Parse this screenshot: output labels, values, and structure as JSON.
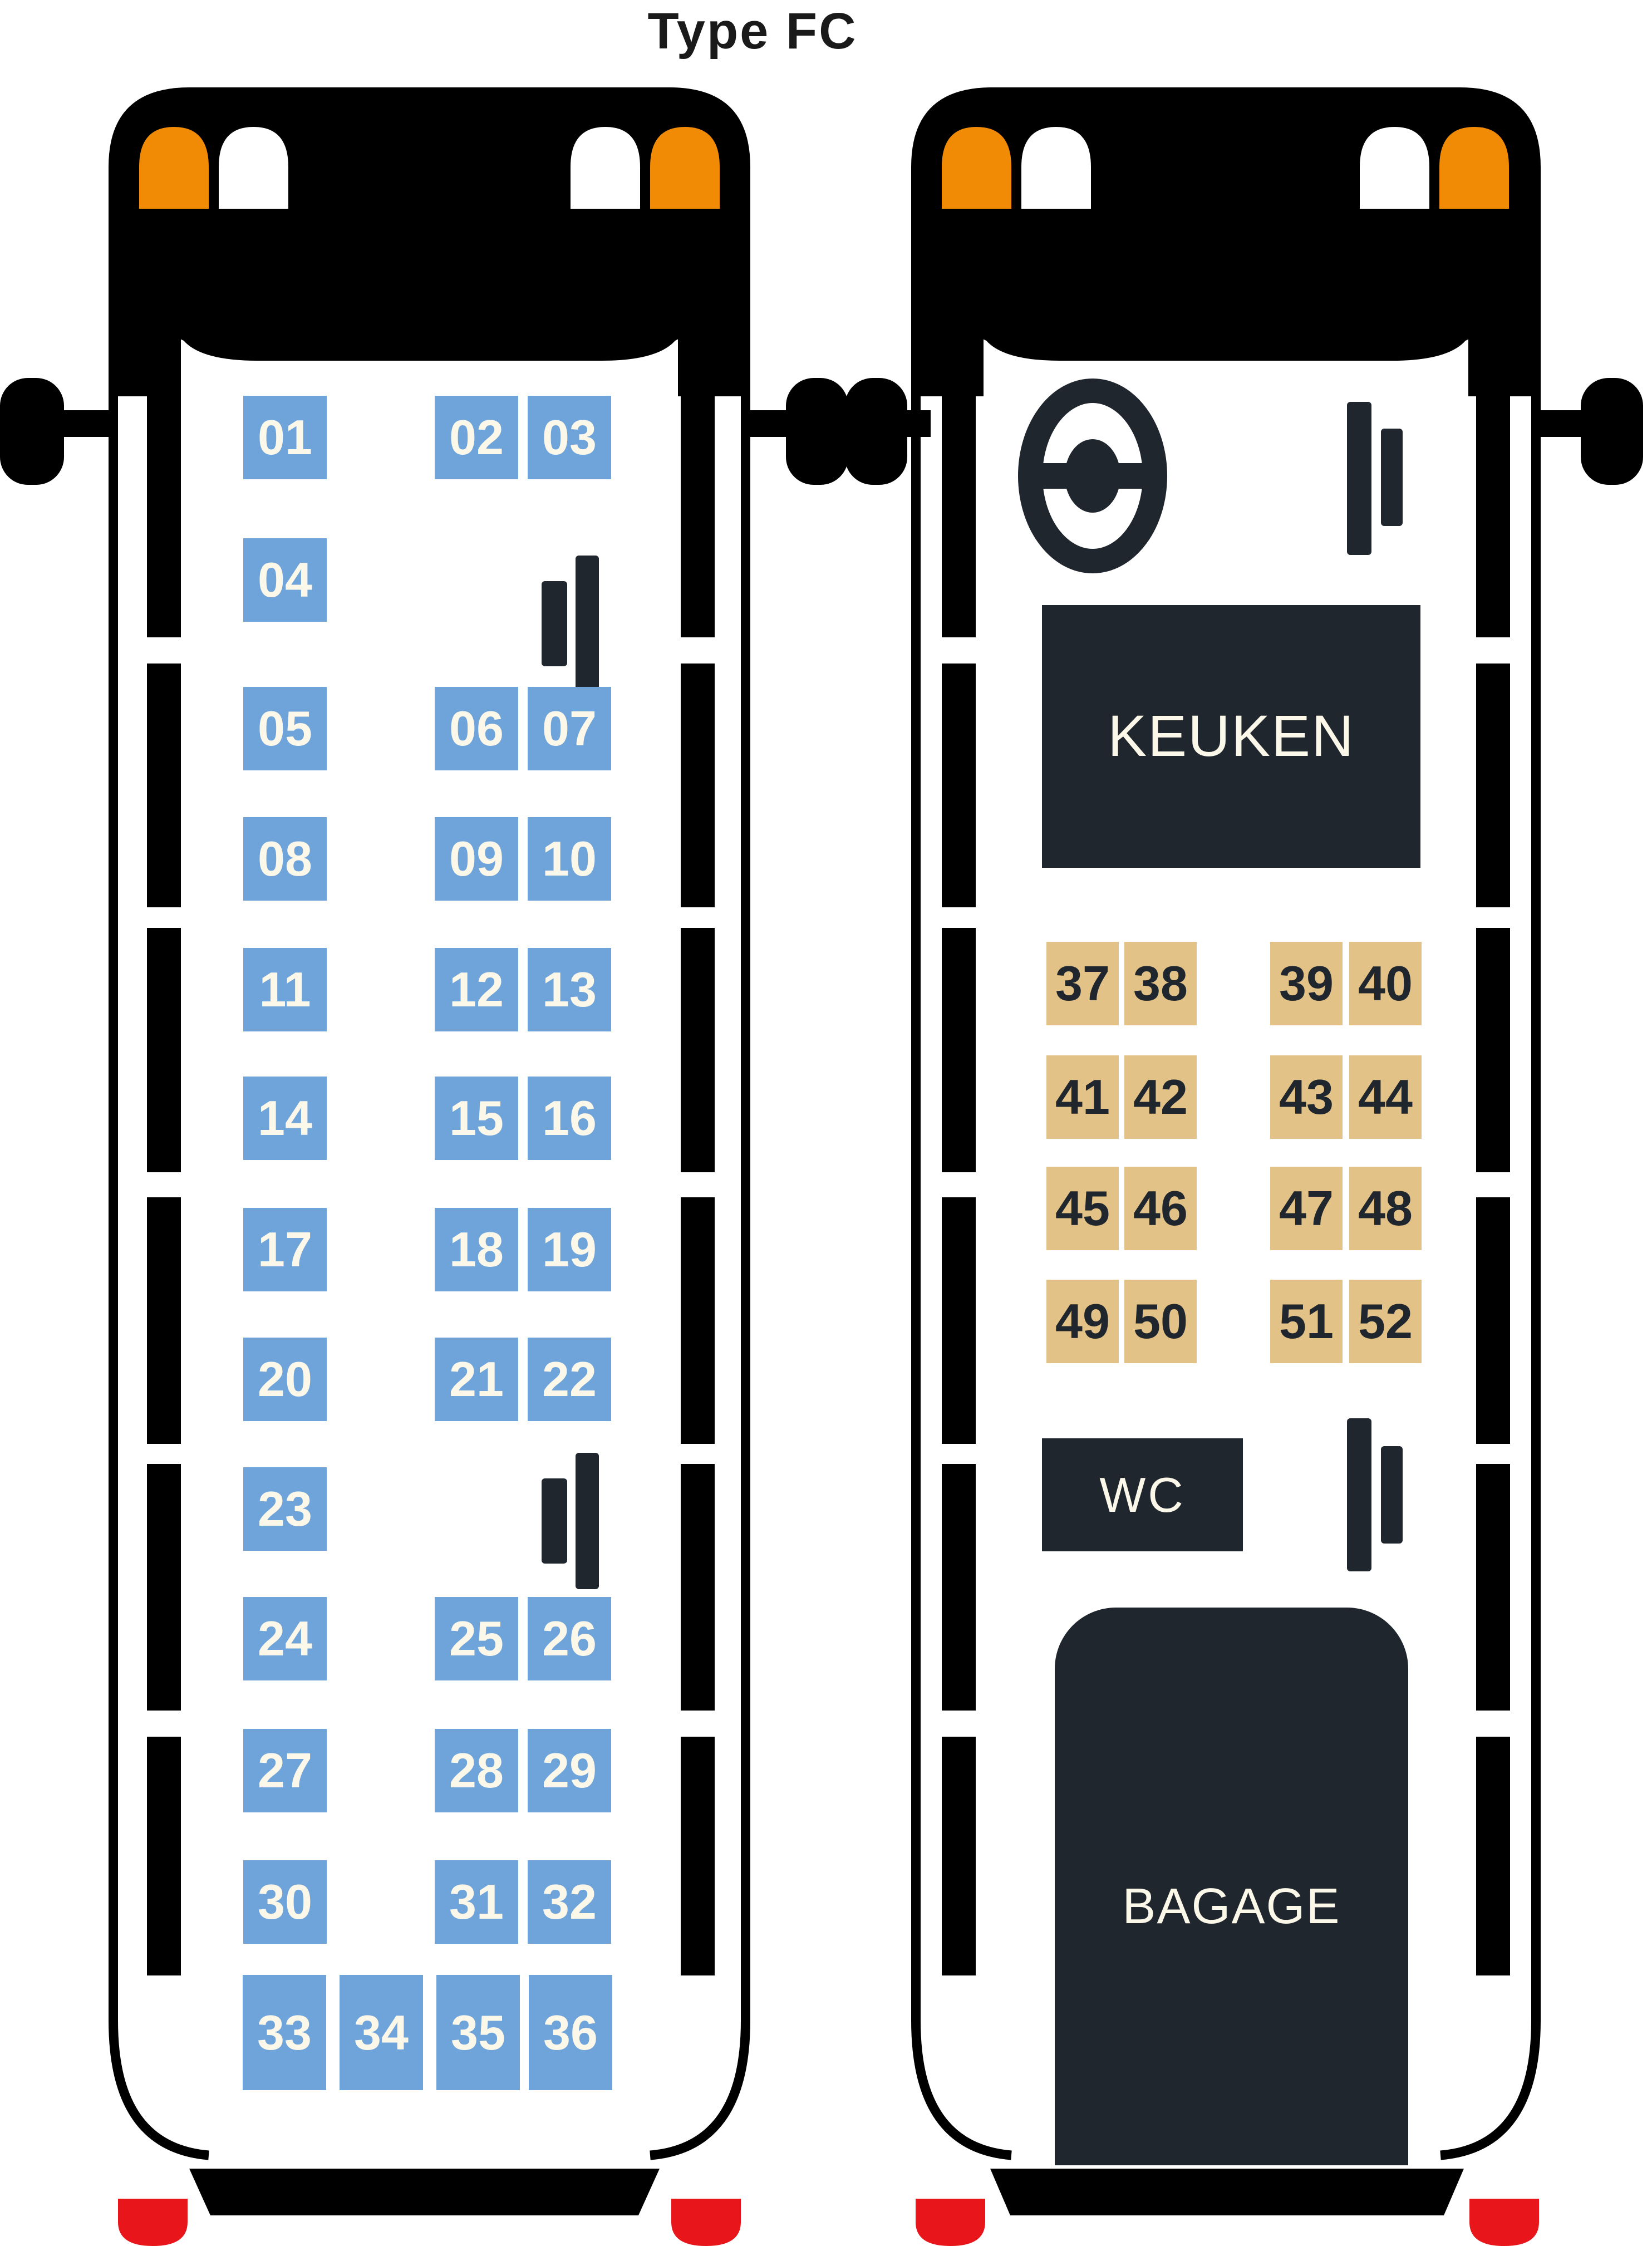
{
  "title": "Type FC",
  "colors": {
    "body_black": "#000000",
    "panel_dark": "#20262E",
    "seat_blue": "#6FA4DB",
    "seat_blue_text": "#FBF7E9",
    "seat_tan": "#E2C286",
    "seat_tan_text": "#20262E",
    "panel_text": "#FBF7E9",
    "accent_orange": "#F18A05",
    "accent_red": "#E8151B",
    "headlight_white": "#FFFFFF",
    "title_color": "#1A1A1A",
    "background": "#FFFFFF"
  },
  "buses": [
    {
      "name": "seating-deck",
      "seats": [
        {
          "label": "01"
        },
        {
          "label": "02"
        },
        {
          "label": "03"
        },
        {
          "label": "04"
        },
        {
          "label": "05"
        },
        {
          "label": "06"
        },
        {
          "label": "07"
        },
        {
          "label": "08"
        },
        {
          "label": "09"
        },
        {
          "label": "10"
        },
        {
          "label": "11"
        },
        {
          "label": "12"
        },
        {
          "label": "13"
        },
        {
          "label": "14"
        },
        {
          "label": "15"
        },
        {
          "label": "16"
        },
        {
          "label": "17"
        },
        {
          "label": "18"
        },
        {
          "label": "19"
        },
        {
          "label": "20"
        },
        {
          "label": "21"
        },
        {
          "label": "22"
        },
        {
          "label": "23"
        },
        {
          "label": "24"
        },
        {
          "label": "25"
        },
        {
          "label": "26"
        },
        {
          "label": "27"
        },
        {
          "label": "28"
        },
        {
          "label": "29"
        },
        {
          "label": "30"
        },
        {
          "label": "31"
        },
        {
          "label": "32"
        },
        {
          "label": "33"
        },
        {
          "label": "34"
        },
        {
          "label": "35"
        },
        {
          "label": "36"
        }
      ]
    },
    {
      "name": "service-deck",
      "seats": [
        {
          "label": "37"
        },
        {
          "label": "38"
        },
        {
          "label": "39"
        },
        {
          "label": "40"
        },
        {
          "label": "41"
        },
        {
          "label": "42"
        },
        {
          "label": "43"
        },
        {
          "label": "44"
        },
        {
          "label": "45"
        },
        {
          "label": "46"
        },
        {
          "label": "47"
        },
        {
          "label": "48"
        },
        {
          "label": "49"
        },
        {
          "label": "50"
        },
        {
          "label": "51"
        },
        {
          "label": "52"
        }
      ],
      "areas": [
        {
          "label": "KEUKEN"
        },
        {
          "label": "WC"
        },
        {
          "label": "BAGAGE"
        }
      ]
    }
  ]
}
